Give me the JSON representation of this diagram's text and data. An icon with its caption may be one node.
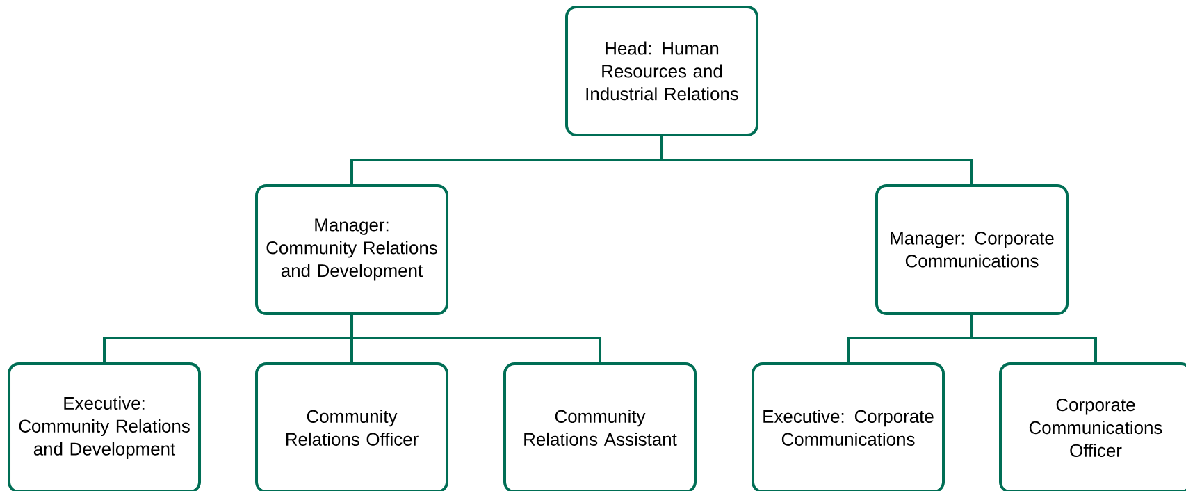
{
  "diagram": {
    "nodes": [
      {
        "text": [
          "Head: Human Resources and Industrial Relations"
        ]
      },
      {
        "text": [
          "Manager: Community Relations and Development"
        ]
      },
      {
        "text": [
          "Manager: Corporate Communications"
        ]
      },
      {
        "text": [
          "Executive: Community Relations and Development"
        ]
      },
      {
        "text": [
          "Community Relations Officer"
        ]
      },
      {
        "text": [
          "Community Relations Assistant"
        ]
      },
      {
        "text": [
          "Executive: Corporate Communications"
        ]
      },
      {
        "text": [
          "Corporate Communications Officer"
        ]
      }
    ],
    "edges": [
      {
        "from": 0,
        "to": 1,
        "arrow": "none"
      },
      {
        "from": 0,
        "to": 2,
        "arrow": "none"
      },
      {
        "from": 1,
        "to": 3,
        "arrow": "none"
      },
      {
        "from": 1,
        "to": 4,
        "arrow": "none"
      },
      {
        "from": 1,
        "to": 5,
        "arrow": "none"
      },
      {
        "from": 2,
        "to": 6,
        "arrow": "none"
      },
      {
        "from": 2,
        "to": 7,
        "arrow": "none"
      }
    ]
  }
}
